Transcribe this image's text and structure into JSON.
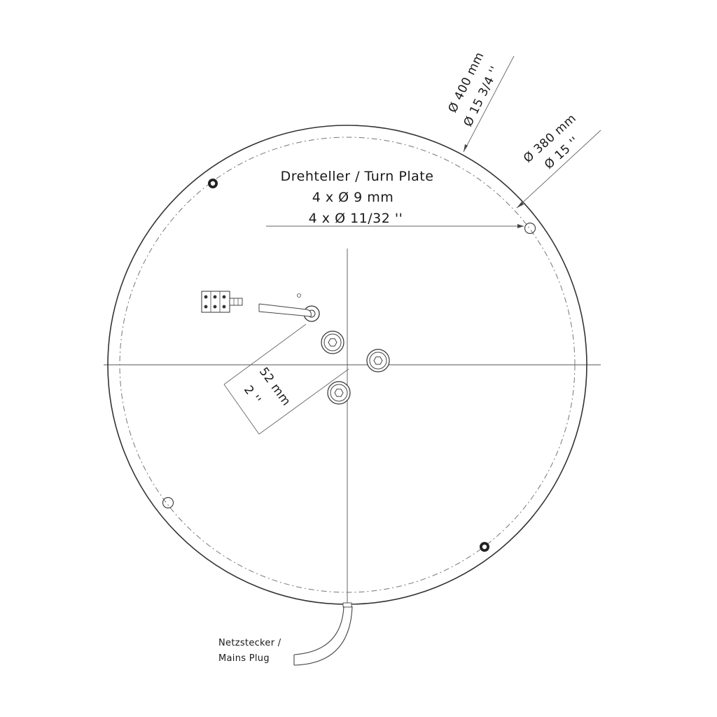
{
  "title": {
    "line1": "Drehteller / Turn Plate",
    "line2": "4 x Ø 9 mm",
    "line3": "4 x Ø 11/32 ''"
  },
  "dim_outer": {
    "metric": "Ø 400 mm",
    "imperial": "Ø 15 3/4 ''"
  },
  "dim_inner": {
    "metric": "Ø 380 mm",
    "imperial": "Ø 15 ''"
  },
  "dim_offset": {
    "metric": "52 mm",
    "imperial": "2 ''"
  },
  "plug": {
    "line1": "Netzstecker /",
    "line2": "Mains Plug"
  }
}
